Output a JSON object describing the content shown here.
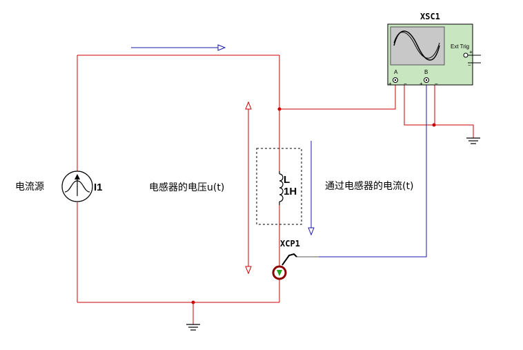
{
  "labels": {
    "source_name": "电流源",
    "source_ref": "I1",
    "voltage_label": "电感器的电压u(t)",
    "current_label": "通过电感器的电流(t)",
    "inductor_ref": "L",
    "inductor_value": "1H",
    "probe_ref": "XCP1",
    "scope_ref": "XSC1",
    "scope_ext_trig": "Ext Trig",
    "scope_channel_a": "A",
    "scope_channel_b": "B",
    "scope_plus": "+",
    "scope_minus": "−"
  },
  "colors": {
    "wire_red": "#cc0000",
    "wire_blue": "#1a1aa8",
    "scope_body": "#c8e6c0",
    "scope_screen": "#c8c8c8",
    "probe_ring": "#8b0000",
    "probe_tip": "#1fa51f"
  }
}
